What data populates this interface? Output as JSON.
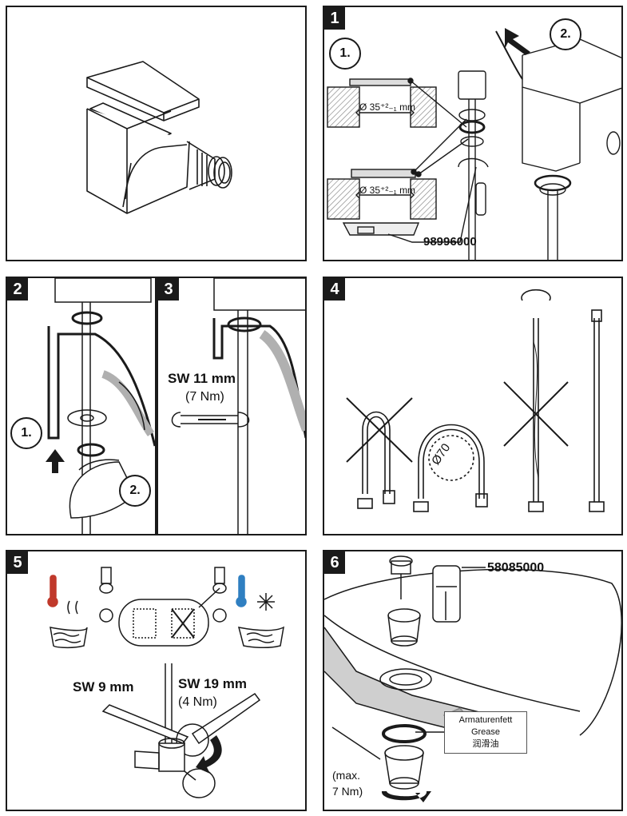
{
  "steps": [
    "1",
    "2",
    "3",
    "4",
    "5",
    "6"
  ],
  "panel1": {
    "sub1": "1.",
    "sub2": "2.",
    "dim_top": "Ø 35⁺²₋₁ mm",
    "dim_bottom": "Ø 35⁺²₋₁ mm",
    "part_number": "98996000"
  },
  "panel2": {
    "sub1": "1.",
    "sub2": "2."
  },
  "panel3": {
    "wrench_size": "SW 11 mm",
    "torque": "(7 Nm)"
  },
  "panel4": {
    "bend_radius": "Ø70"
  },
  "panel5": {
    "wrench_left": "SW 9 mm",
    "wrench_right": "SW 19 mm",
    "torque": "(4 Nm)"
  },
  "panel6": {
    "part_number": "58085000",
    "grease_de": "Armaturenfett",
    "grease_en": "Grease",
    "grease_zh": "润滑油",
    "torque_line1": "(max.",
    "torque_line2": "7 Nm)"
  },
  "colors": {
    "hot": "#c0392b",
    "cold": "#2f7fc1",
    "hatch": "#9a9a9a",
    "grease": "#a8a8a8"
  }
}
